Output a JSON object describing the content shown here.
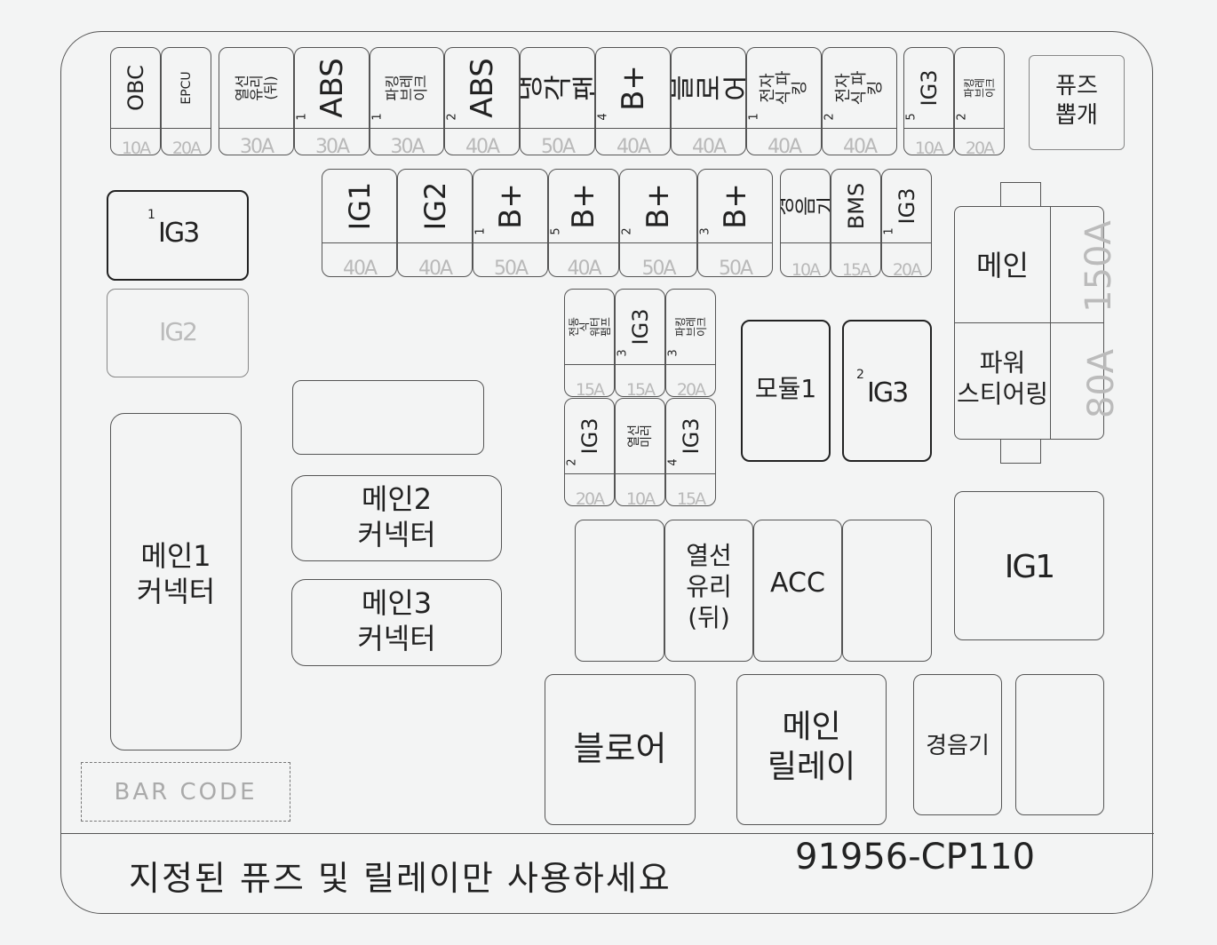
{
  "top_row": [
    {
      "label": "OBC",
      "num": "",
      "amp": "10A"
    },
    {
      "label": "EPCU",
      "num": "",
      "amp": "20A"
    },
    {
      "label": "열선유리\n(뒤)",
      "num": "",
      "amp": "30A"
    },
    {
      "label": "ABS",
      "num": "1",
      "amp": "30A"
    },
    {
      "label": "파킹\n브레이크",
      "num": "1",
      "amp": "30A"
    },
    {
      "label": "ABS",
      "num": "2",
      "amp": "40A"
    },
    {
      "label": "냉각팬",
      "num": "",
      "amp": "50A"
    },
    {
      "label": "B+",
      "num": "4",
      "amp": "40A"
    },
    {
      "label": "블로어",
      "num": "",
      "amp": "40A"
    },
    {
      "label": "전자식 파킹",
      "num": "1",
      "amp": "40A"
    },
    {
      "label": "전자식 파킹",
      "num": "2",
      "amp": "40A"
    },
    {
      "label": "IG3",
      "num": "5",
      "amp": "10A"
    },
    {
      "label": "파킹\n브레이크",
      "num": "2",
      "amp": "20A"
    }
  ],
  "fuse_puller": "퓨즈\n뽑개",
  "second_row": [
    {
      "label": "IG1",
      "num": "",
      "amp": "40A"
    },
    {
      "label": "IG2",
      "num": "",
      "amp": "40A"
    },
    {
      "label": "B+",
      "num": "1",
      "amp": "50A"
    },
    {
      "label": "B+",
      "num": "5",
      "amp": "40A"
    },
    {
      "label": "B+",
      "num": "2",
      "amp": "50A"
    },
    {
      "label": "B+",
      "num": "3",
      "amp": "50A"
    },
    {
      "label": "경음기",
      "num": "",
      "amp": "10A"
    },
    {
      "label": "BMS",
      "num": "",
      "amp": "15A"
    },
    {
      "label": "IG3",
      "num": "1",
      "amp": "20A"
    }
  ],
  "mid_small": [
    {
      "label": "전동식\n워터펌프",
      "num": "",
      "amp": "15A"
    },
    {
      "label": "IG3",
      "num": "3",
      "amp": "15A"
    },
    {
      "label": "파킹\n브레이크",
      "num": "3",
      "amp": "20A"
    },
    {
      "label": "IG3",
      "num": "2",
      "amp": "20A"
    },
    {
      "label": "열선미러",
      "num": "",
      "amp": "10A"
    },
    {
      "label": "IG3",
      "num": "4",
      "amp": "15A"
    }
  ],
  "relays": {
    "ig3_1": {
      "num": "1",
      "label": "IG3"
    },
    "ig2": "IG2",
    "main1_connector": "메인1\n커넥터",
    "main2_connector": "메인2\n커넥터",
    "main3_connector": "메인3\n커넥터",
    "module1": "모듈1",
    "ig3_2": {
      "num": "2",
      "label": "IG3"
    },
    "main": "메인",
    "main_amp": "150A",
    "power_steering": "파워\n스티어링",
    "power_steering_amp": "80A",
    "rear_defrost": "열선\n유리\n(뒤)",
    "acc": "ACC",
    "ig1": "IG1",
    "blower": "블로어",
    "main_relay": "메인\n릴레이",
    "horn": "경음기"
  },
  "barcode": "BAR CODE",
  "footer": {
    "notice": "지정된 퓨즈 및 릴레이만 사용하세요",
    "part_number": "91956-CP110"
  }
}
